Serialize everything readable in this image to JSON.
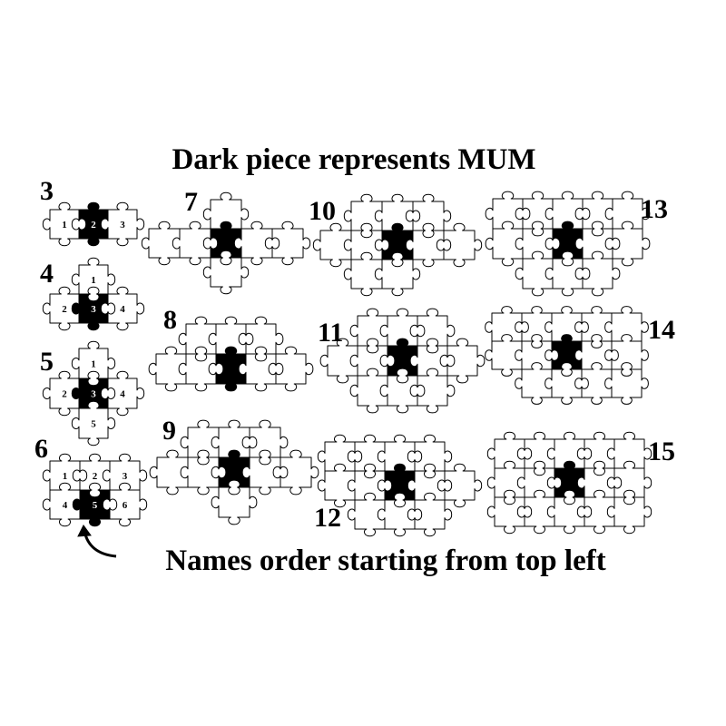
{
  "title": "Dark piece represents MUM",
  "footer_note": "Names order starting from top left",
  "colors": {
    "piece_fill": "#ffffff",
    "piece_stroke": "#000000",
    "dark_piece": "#000000",
    "background": "#ffffff"
  },
  "icons": {
    "arrow": "curved-arrow-icon",
    "piece": "puzzle-piece-icon"
  },
  "layouts": [
    {
      "label": "3",
      "pieces": 3,
      "numbers": [
        "1",
        "2",
        "3"
      ]
    },
    {
      "label": "4",
      "pieces": 4,
      "numbers": [
        "1",
        "2",
        "3",
        "4"
      ]
    },
    {
      "label": "5",
      "pieces": 5,
      "numbers": [
        "1",
        "2",
        "3",
        "4",
        "5"
      ]
    },
    {
      "label": "6",
      "pieces": 6,
      "numbers": [
        "1",
        "2",
        "3",
        "4",
        "5",
        "6"
      ]
    },
    {
      "label": "7",
      "pieces": 7,
      "numbers": []
    },
    {
      "label": "8",
      "pieces": 8,
      "numbers": []
    },
    {
      "label": "9",
      "pieces": 9,
      "numbers": []
    },
    {
      "label": "10",
      "pieces": 10,
      "numbers": []
    },
    {
      "label": "11",
      "pieces": 11,
      "numbers": []
    },
    {
      "label": "12",
      "pieces": 12,
      "numbers": []
    },
    {
      "label": "13",
      "pieces": 13,
      "numbers": []
    },
    {
      "label": "14",
      "pieces": 14,
      "numbers": []
    },
    {
      "label": "15",
      "pieces": 15,
      "numbers": []
    }
  ]
}
